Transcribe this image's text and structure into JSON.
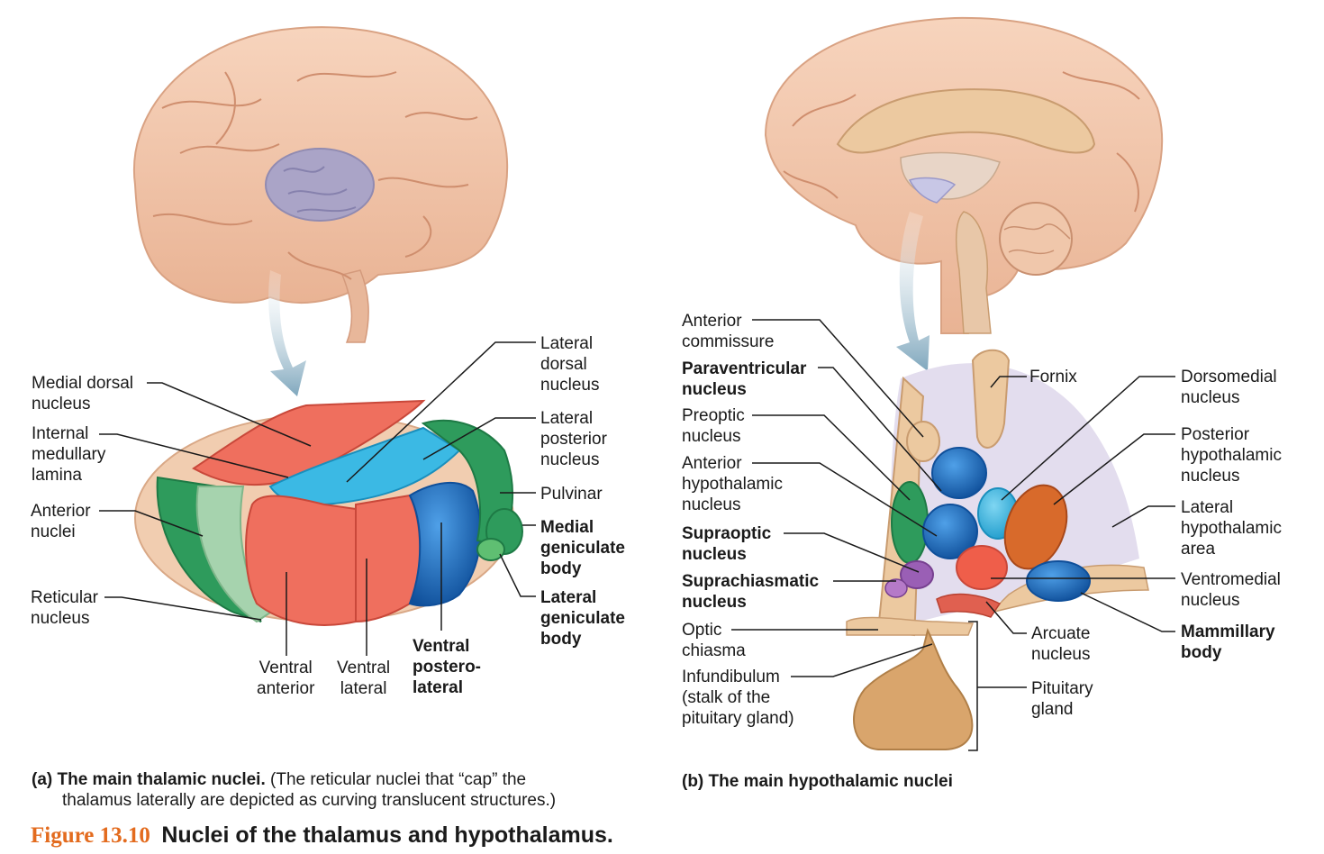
{
  "colors": {
    "brain": "#f0c1a3",
    "brain_dark": "#d79a7a",
    "thalamus_highlight": "#a7a3c9",
    "arrow": "#8fb2c5",
    "red_nucleus": "#ef6f5e",
    "green_nucleus": "#2e9b5c",
    "light_green": "#a6d3ae",
    "blue_nucleus": "#1f6cbd",
    "cyan_nucleus": "#3bb9e4",
    "orange_nucleus": "#d86a2b",
    "purple_nucleus": "#9a5fb5",
    "hypothalamus_bg": "#e3ddee",
    "tan": "#ecc9a0",
    "pituitary": "#d9a56c",
    "figure_accent": "#e36b1e"
  },
  "thalamus_labels": {
    "medial_dorsal": [
      "Medial dorsal",
      "nucleus"
    ],
    "internal_medullary": [
      "Internal",
      "medullary",
      "lamina"
    ],
    "anterior_nuclei": [
      "Anterior",
      "nuclei"
    ],
    "reticular": [
      "Reticular",
      "nucleus"
    ],
    "lateral_dorsal": [
      "Lateral",
      "dorsal",
      "nucleus"
    ],
    "lateral_posterior": [
      "Lateral",
      "posterior",
      "nucleus"
    ],
    "pulvinar": "Pulvinar",
    "medial_geniculate": [
      "Medial",
      "geniculate",
      "body"
    ],
    "lateral_geniculate": [
      "Lateral",
      "geniculate",
      "body"
    ],
    "ventral_anterior": [
      "Ventral",
      "anterior"
    ],
    "ventral_lateral": [
      "Ventral",
      "lateral"
    ],
    "ventral_posterolateral": [
      "Ventral",
      "postero-",
      "lateral"
    ]
  },
  "hypothalamus_labels": {
    "anterior_commissure": [
      "Anterior",
      "commissure"
    ],
    "paraventricular": [
      "Paraventricular",
      "nucleus"
    ],
    "preoptic": [
      "Preoptic",
      "nucleus"
    ],
    "anterior_hypothalamic": [
      "Anterior",
      "hypothalamic",
      "nucleus"
    ],
    "supraoptic": [
      "Supraoptic",
      "nucleus"
    ],
    "suprachiasmatic": [
      "Suprachiasmatic",
      "nucleus"
    ],
    "optic_chiasma": [
      "Optic",
      "chiasma"
    ],
    "infundibulum": [
      "Infundibulum",
      "(stalk of the",
      "pituitary gland)"
    ],
    "fornix": "Fornix",
    "dorsomedial": [
      "Dorsomedial",
      "nucleus"
    ],
    "posterior_hypothalamic": [
      "Posterior",
      "hypothalamic",
      "nucleus"
    ],
    "lateral_hypothalamic": [
      "Lateral",
      "hypothalamic",
      "area"
    ],
    "ventromedial": [
      "Ventromedial",
      "nucleus"
    ],
    "mammillary": [
      "Mammillary",
      "body"
    ],
    "arcuate": [
      "Arcuate",
      "nucleus"
    ],
    "pituitary": [
      "Pituitary",
      "gland"
    ]
  },
  "captions": {
    "a_bold": "(a) The main thalamic nuclei.",
    "a_rest_line1": " (The reticular nuclei that “cap” the",
    "a_line2": "thalamus laterally are depicted as curving translucent structures.)",
    "b_bold": "(b) The main hypothalamic nuclei"
  },
  "figure": {
    "number": "Figure 13.10",
    "title": "Nuclei of the thalamus and hypothalamus."
  }
}
